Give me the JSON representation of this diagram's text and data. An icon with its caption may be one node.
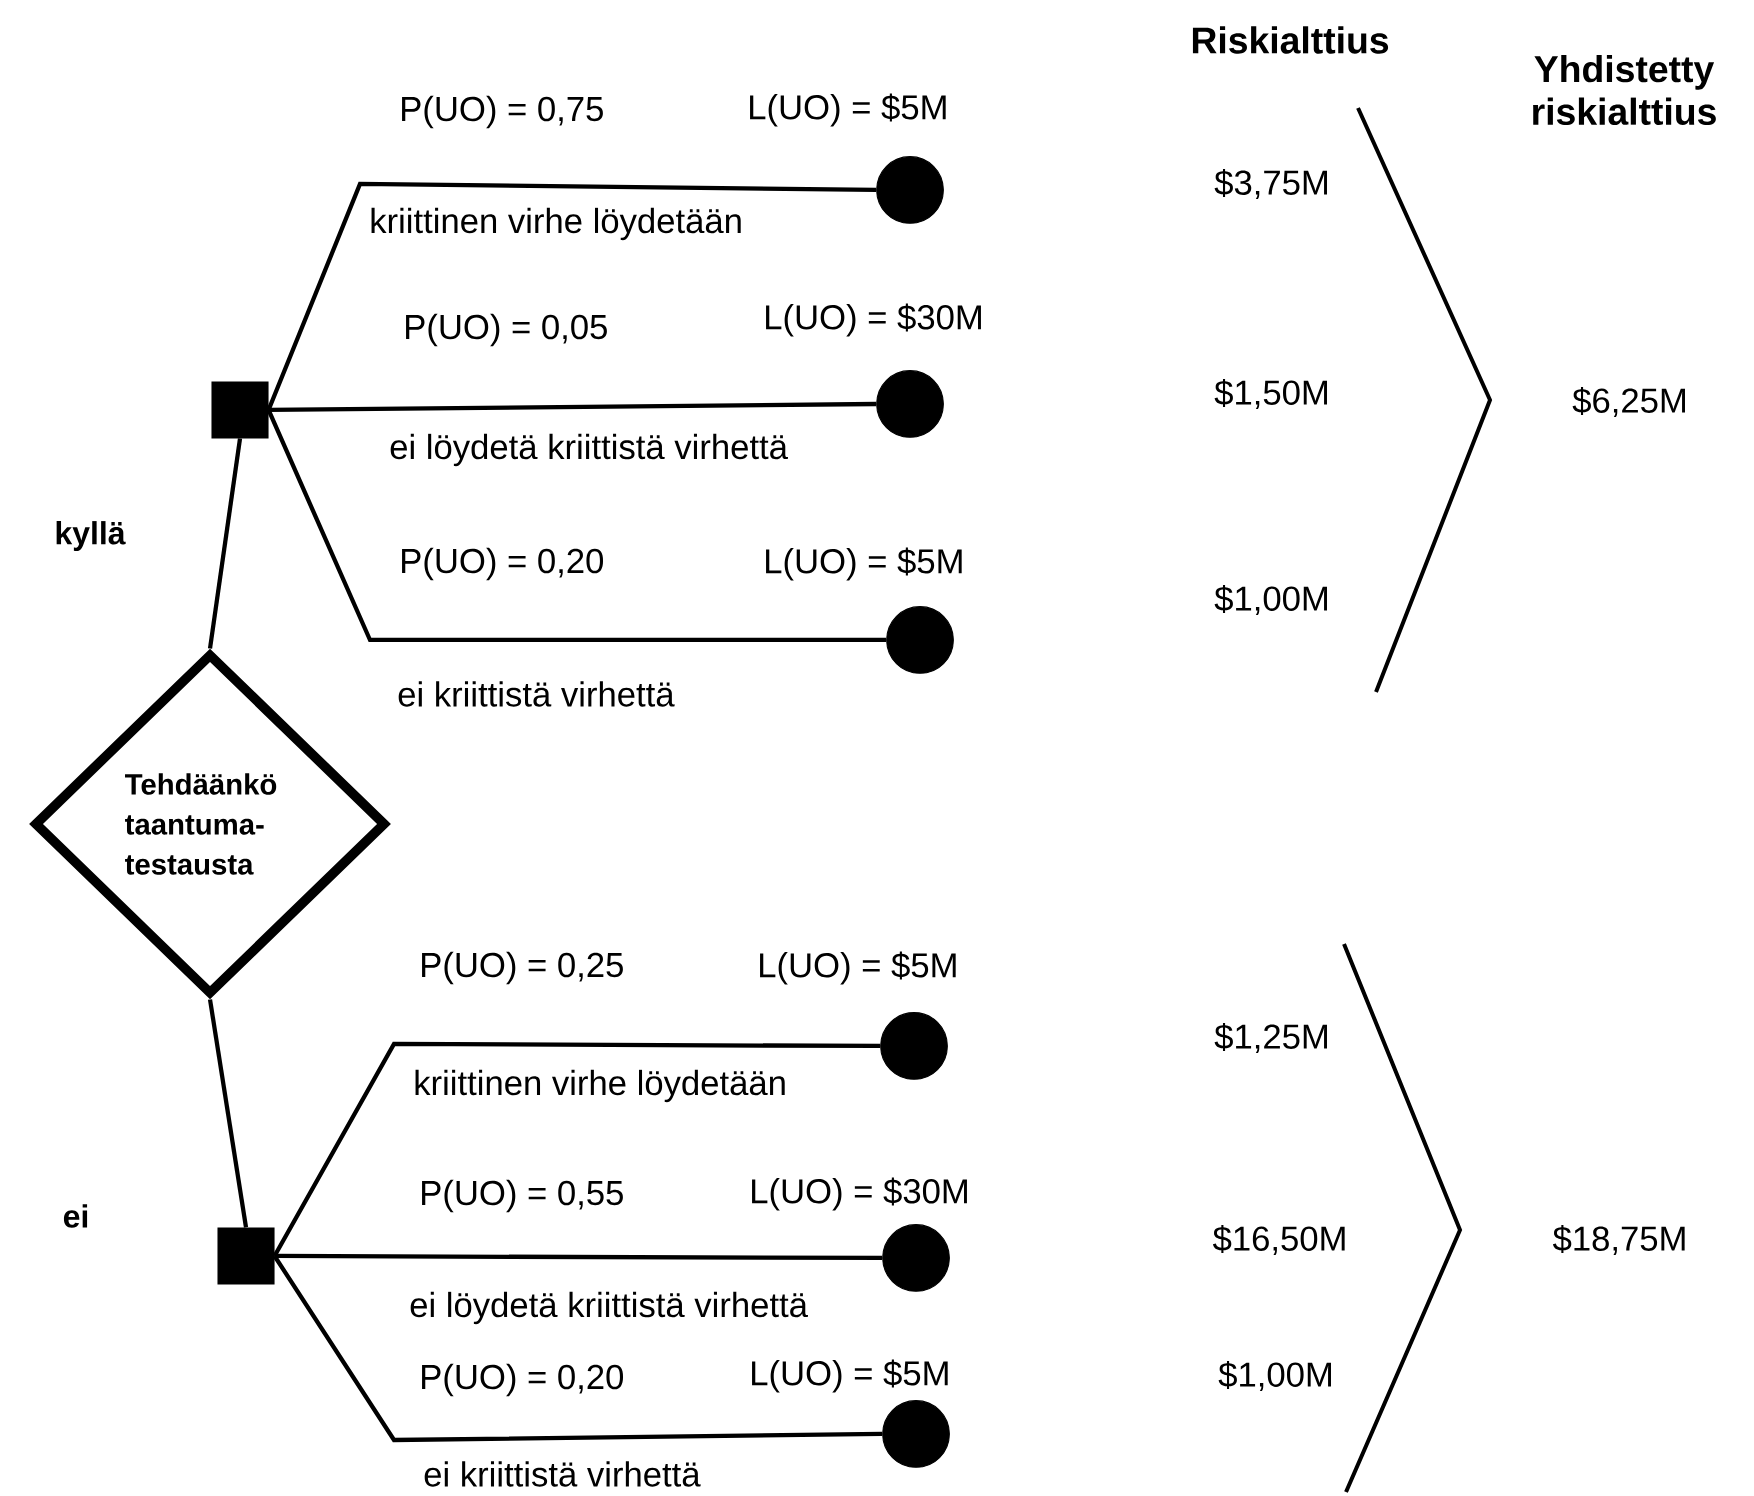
{
  "diagram": {
    "nodes": [
      {
        "text": [
          "Tehdäänkö taantuma- testausta"
        ]
      },
      {
        "text": [],
        "shape": "box"
      },
      {
        "text": [],
        "shape": "box"
      },
      {
        "text": [],
        "shape": "circle"
      },
      {
        "text": [],
        "shape": "circle"
      },
      {
        "text": [],
        "shape": "circle"
      },
      {
        "text": [],
        "shape": "circle"
      },
      {
        "text": [],
        "shape": "circle"
      },
      {
        "text": [],
        "shape": "circle"
      }
    ],
    "edges": [
      {
        "from": 0,
        "to": 1,
        "arrow": "none",
        "label": "kyllä"
      },
      {
        "from": 0,
        "to": 2,
        "arrow": "none",
        "label": "ei"
      },
      {
        "from": 1,
        "to": 3,
        "arrow": "none",
        "label": "kriittinen virhe löydetään"
      },
      {
        "from": 1,
        "to": 4,
        "arrow": "none",
        "label": "ei löydetä kriittistä virhettä"
      },
      {
        "from": 1,
        "to": 5,
        "arrow": "none",
        "label": "ei kriittistä virhettä"
      },
      {
        "from": 2,
        "to": 6,
        "arrow": "none",
        "label": "kriittinen virhe löydetään"
      },
      {
        "from": 2,
        "to": 7,
        "arrow": "none",
        "label": "ei löydetä kriittistä virhettä"
      },
      {
        "from": 2,
        "to": 8,
        "arrow": "none",
        "label": "ei kriittistä virhettä"
      }
    ],
    "labels": [
      "Riskialttius",
      "Yhdistetty riskialttius",
      "P(UO) = 0,75",
      "L(UO) = $5M",
      "$3,75M",
      "P(UO) = 0,05",
      "L(UO) = $30M",
      "$1,50M",
      "$6,25M",
      "P(UO) = 0,20",
      "L(UO) = $5M",
      "$1,00M",
      "P(UO) = 0,25",
      "L(UO) = $5M",
      "$1,25M",
      "P(UO) = 0,55",
      "L(UO) = $30M",
      "$16,50M",
      "$18,75M",
      "P(UO) = 0,20",
      "L(UO) = $5M",
      "$1,00M"
    ]
  }
}
